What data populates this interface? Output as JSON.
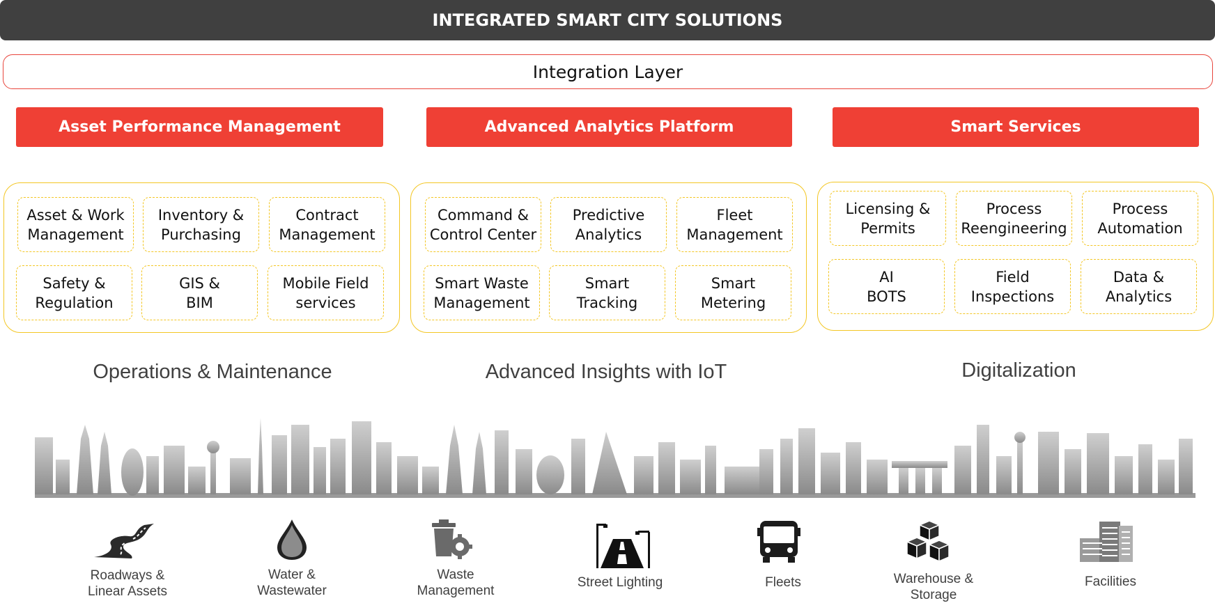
{
  "header": {
    "title": "INTEGRATED SMART CITY SOLUTIONS",
    "integration_layer": "Integration Layer"
  },
  "pillars": [
    {
      "title": "Asset Performance Management",
      "items": [
        "Asset & Work\nManagement",
        "Inventory &\nPurchasing",
        "Contract\nManagement",
        "Safety &\nRegulation",
        "GIS &\nBIM",
        "Mobile Field\nservices"
      ],
      "caption": "Operations & Maintenance"
    },
    {
      "title": "Advanced Analytics Platform",
      "items": [
        "Command &\nControl Center",
        "Predictive\nAnalytics",
        "Fleet\nManagement",
        "Smart Waste\nManagement",
        "Smart\nTracking",
        "Smart\nMetering"
      ],
      "caption": "Advanced Insights with IoT"
    },
    {
      "title": "Smart Services",
      "items": [
        "Licensing &\nPermits",
        "Process\nReengineering",
        "Process\nAutomation",
        "AI\nBOTS",
        "Field\nInspections",
        "Data &\nAnalytics"
      ],
      "caption": "Digitalization"
    }
  ],
  "assets": [
    {
      "icon": "road-icon",
      "label": "Roadways &\nLinear Assets"
    },
    {
      "icon": "water-drop-icon",
      "label": "Water &\nWastewater"
    },
    {
      "icon": "waste-bin-gear-icon",
      "label": "Waste\nManagement"
    },
    {
      "icon": "street-light-icon",
      "label": "Street Lighting"
    },
    {
      "icon": "bus-icon",
      "label": "Fleets"
    },
    {
      "icon": "boxes-icon",
      "label": "Warehouse &\nStorage"
    },
    {
      "icon": "buildings-icon",
      "label": "Facilities"
    }
  ],
  "colors": {
    "banner": "#404040",
    "accent": "#ef4035",
    "border": "#f3c623",
    "text": "#404040"
  }
}
